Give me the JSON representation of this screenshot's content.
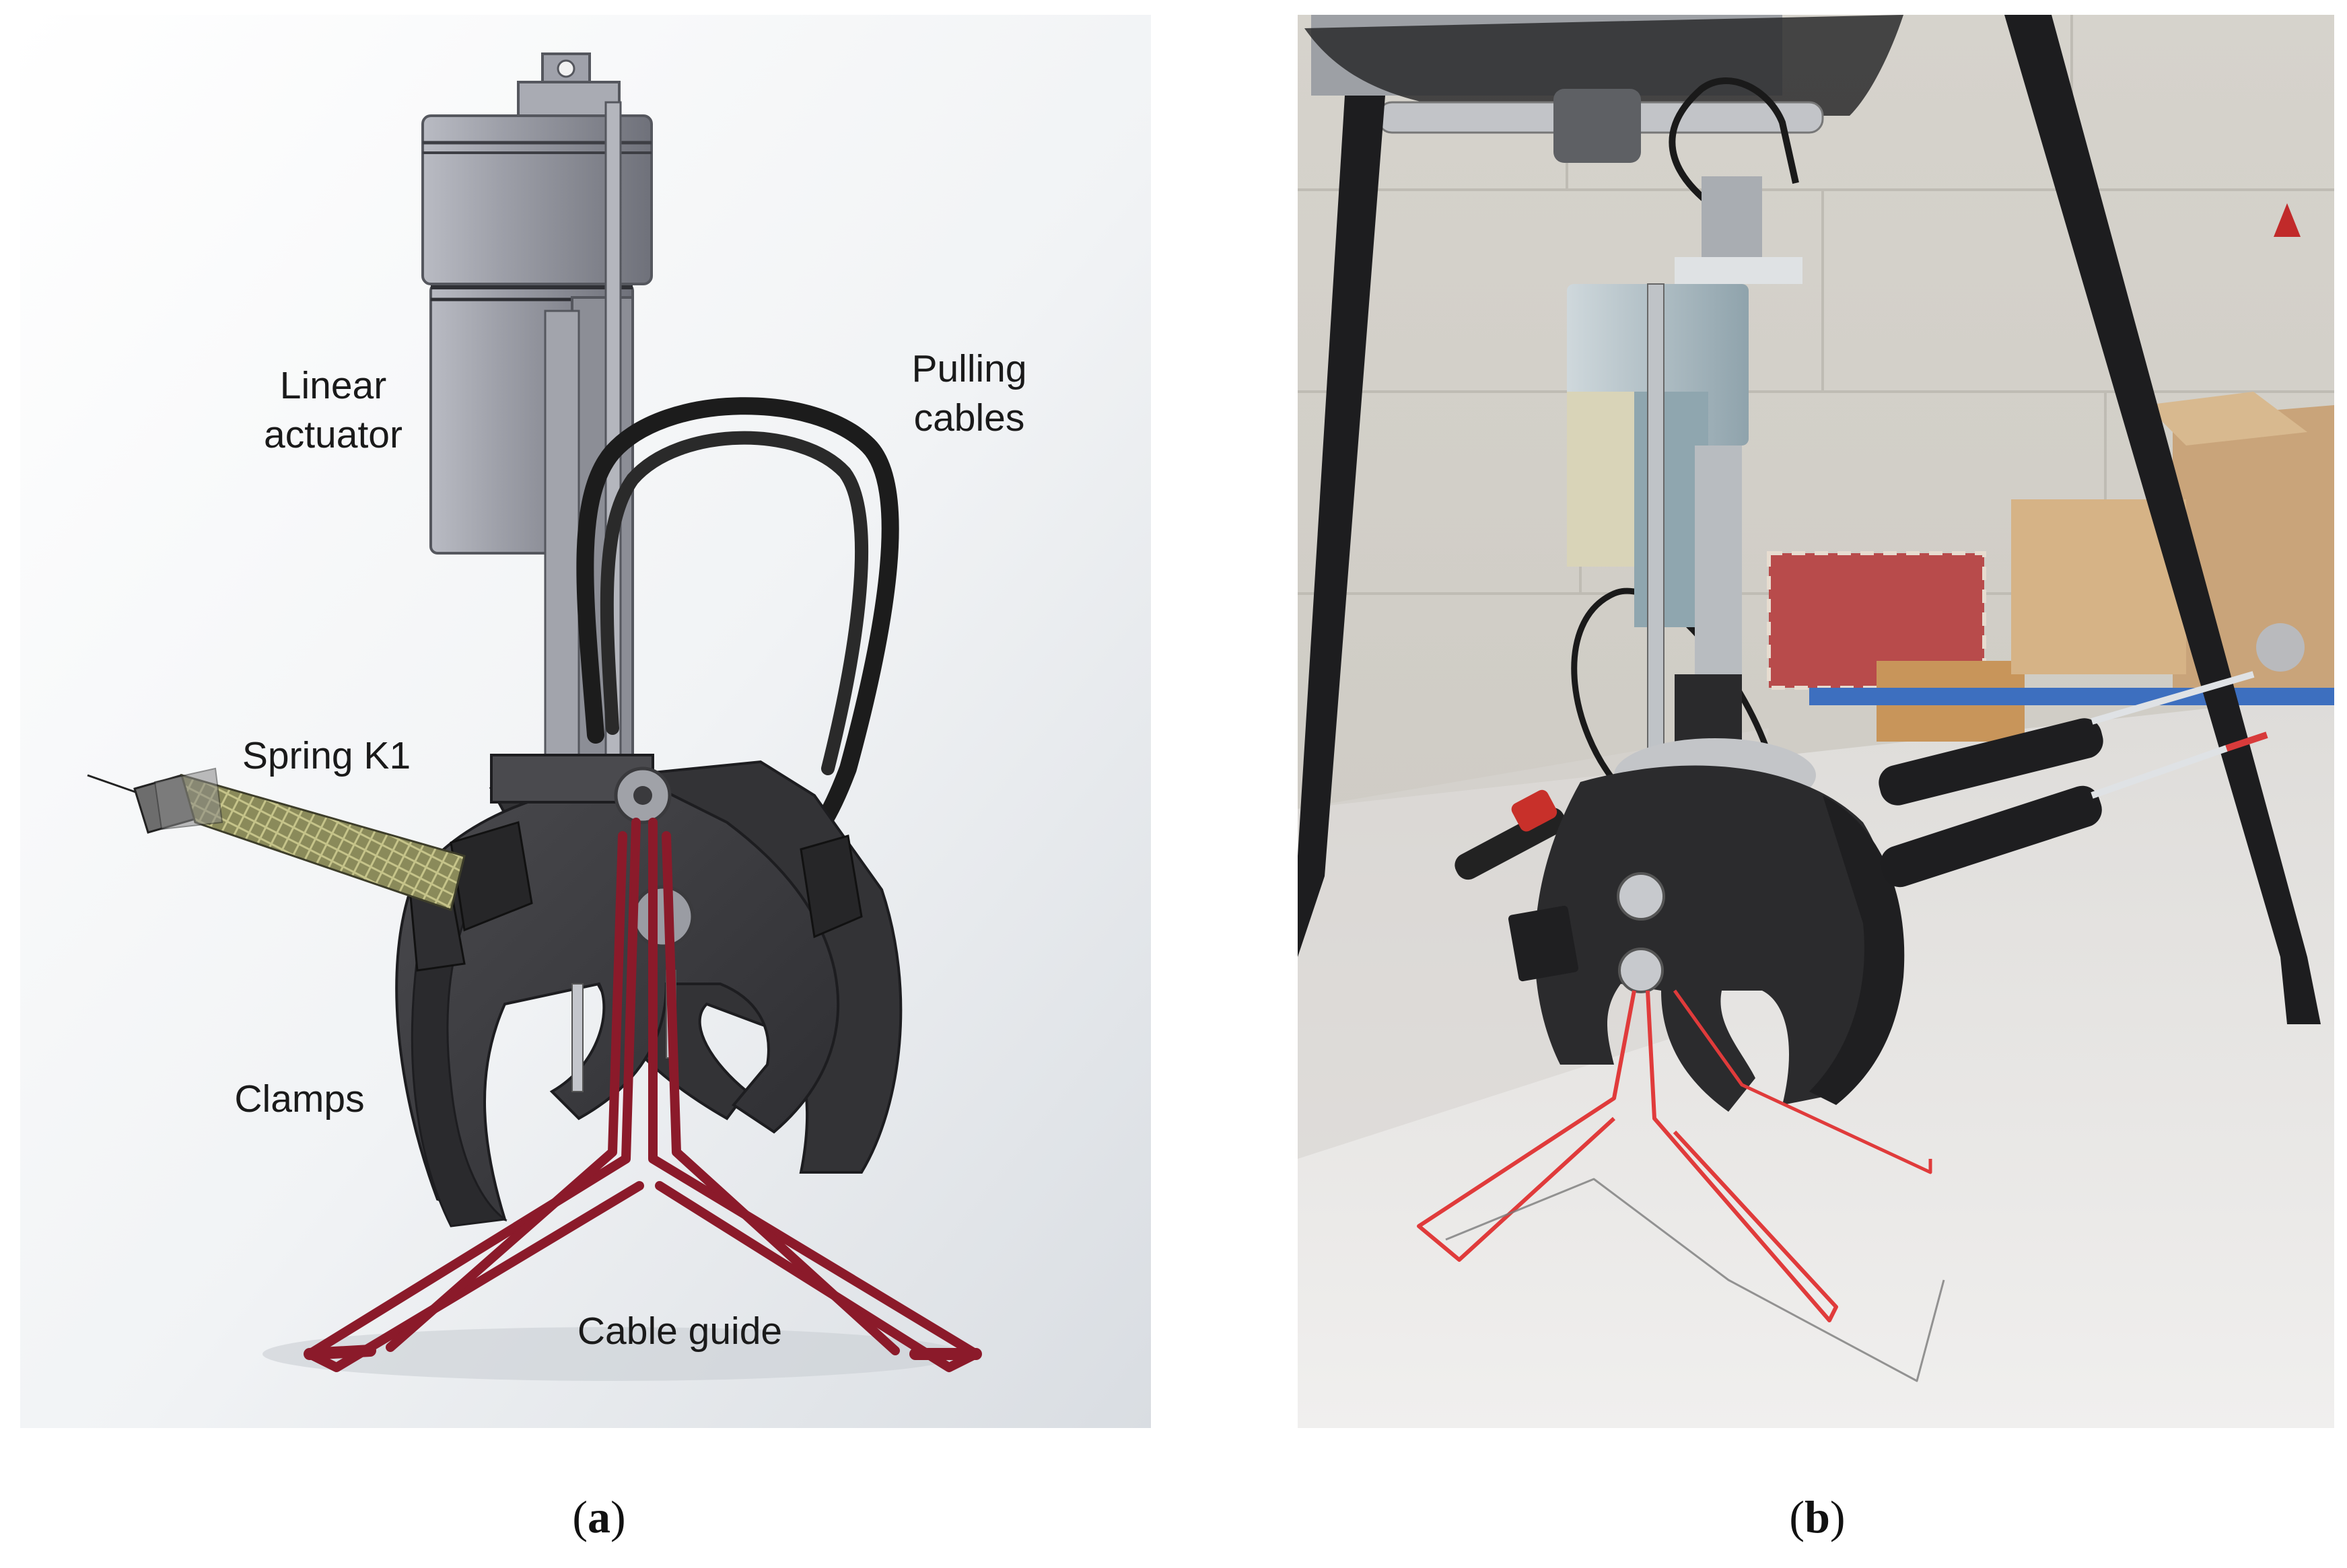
{
  "figure": {
    "panel_a": {
      "labels": {
        "linear_actuator": "Linear actuator",
        "pulling_cables": "Pulling cables",
        "spring_k1": "Spring K1",
        "clamps": "Clamps",
        "cable_guide": "Cable guide"
      },
      "caption_letter": "a"
    },
    "panel_b": {
      "caption_letter": "b"
    },
    "colors": {
      "clamp_dark": "#3b3b3e",
      "actuator_gray": "#8e9097",
      "cable_guide_red": "#8b1a2a",
      "cable_black": "#1c1c1c",
      "photo_wall": "#d9d6cf"
    }
  }
}
